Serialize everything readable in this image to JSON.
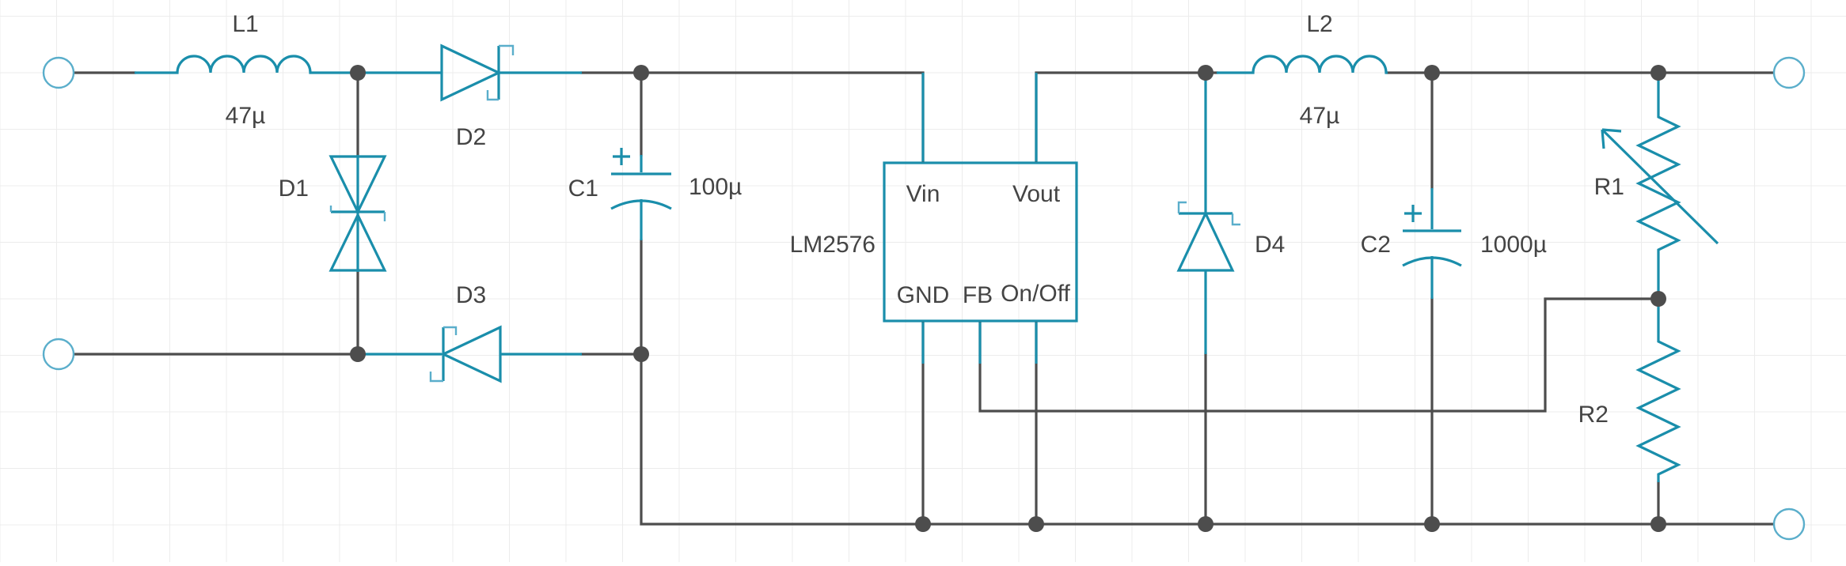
{
  "diagram": {
    "components": {
      "l1": {
        "ref": "L1",
        "value": "47µ"
      },
      "l2": {
        "ref": "L2",
        "value": "47µ"
      },
      "d1": {
        "ref": "D1"
      },
      "d2": {
        "ref": "D2"
      },
      "d3": {
        "ref": "D3"
      },
      "d4": {
        "ref": "D4"
      },
      "c1": {
        "ref": "C1",
        "value": "100µ"
      },
      "c2": {
        "ref": "C2",
        "value": "1000µ"
      },
      "r1": {
        "ref": "R1"
      },
      "r2": {
        "ref": "R2"
      },
      "ic": {
        "ref": "LM2576",
        "pins": {
          "vin": "Vin",
          "vout": "Vout",
          "gnd": "GND",
          "fb": "FB",
          "onoff": "On/Off"
        }
      }
    },
    "colors": {
      "wire": "#4d4d4d",
      "component": "#1a8eab",
      "terminal": "#5aaecb",
      "grid": "#ececec"
    }
  }
}
